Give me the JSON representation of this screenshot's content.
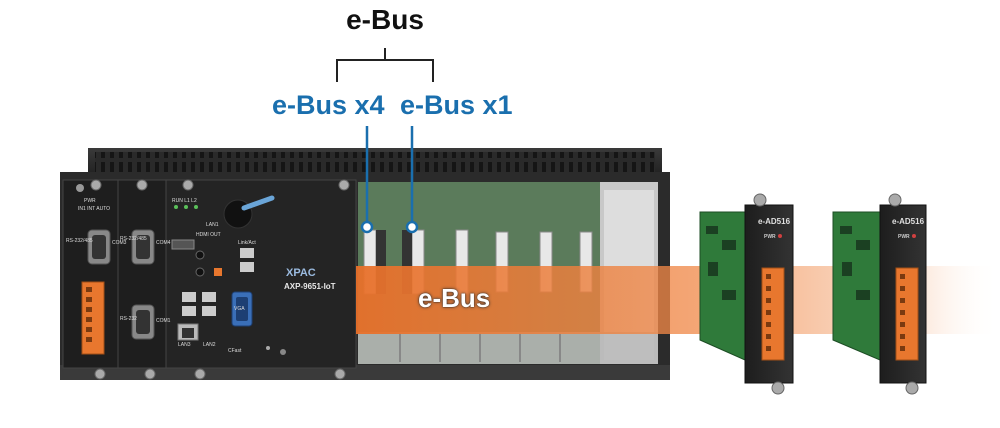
{
  "diagram": {
    "title": "e-Bus",
    "label_x4": "e-Bus x4",
    "label_x1": "e-Bus x1",
    "band_label": "e-Bus",
    "brand_logo": "XPAC",
    "model": "AXP-9651-IoT",
    "module_name": "e-AD516",
    "module_pwr": "PWR",
    "panel_labels": {
      "pwr": "PWR",
      "dip": "IN1 INT AUTO",
      "run": "RUN  L1  L2",
      "hdmi": "HDMI OUT",
      "lan1": "LAN1",
      "lan2": "LAN2",
      "vga": "VGA",
      "link": "Link/Act",
      "lan3": "LAN3",
      "com3": "COM3",
      "com4": "COM4",
      "com1": "COM1",
      "rs232a": "RS-232/485",
      "rs232b": "RS-232/485",
      "rs232c": "RS-232",
      "cfast": "CFast"
    },
    "colors": {
      "accent_blue": "#1a6fae",
      "band_orange": "#e8702a",
      "chassis": "#2b2b2b",
      "pcb_green": "#2f7a3a",
      "terminal_orange": "#e8772e"
    }
  }
}
